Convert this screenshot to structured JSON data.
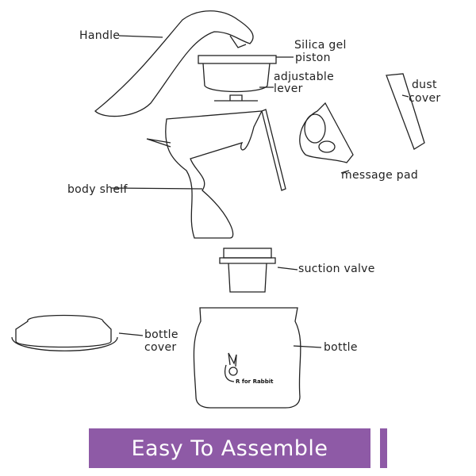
{
  "labels": {
    "handle": "Handle",
    "silica_1": "Silica gel",
    "silica_2": "piston",
    "lever_1": "adjustable",
    "lever_2": "lever",
    "dust_1": "dust",
    "dust_2": "cover",
    "message_pad": "message pad",
    "body_shelf": "body shelf",
    "suction_valve": "suction valve",
    "bottle_cover_1": "bottle",
    "bottle_cover_2": "cover",
    "bottle": "bottle"
  },
  "brand_text": "R for Rabbit",
  "banner": {
    "text": "Easy To Assemble",
    "color": "#8e5aa6"
  }
}
